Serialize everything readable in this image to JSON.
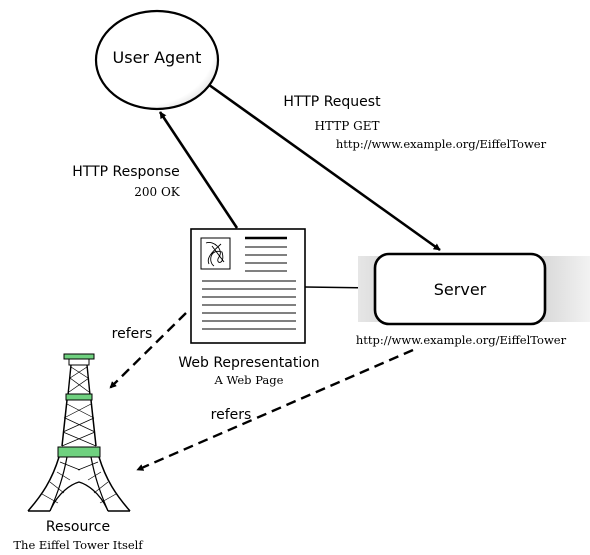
{
  "nodes": {
    "user_agent": {
      "label": "User Agent"
    },
    "server": {
      "label": "Server",
      "url": "http://www.example.org/EiffelTower"
    },
    "web_representation": {
      "label": "Web Representation",
      "sublabel": "A Web Page"
    },
    "resource": {
      "label": "Resource",
      "sublabel": "The Eiffel Tower Itself"
    }
  },
  "edges": {
    "http_request": {
      "label": "HTTP Request",
      "method": "HTTP GET",
      "url": "http://www.example.org/EiffelTower"
    },
    "http_response": {
      "label": "HTTP Response",
      "status": "200 OK"
    },
    "refers_representation": {
      "label": "refers"
    },
    "refers_server": {
      "label": "refers"
    }
  },
  "colors": {
    "stroke": "#000000",
    "tower_band": "#6fd17f",
    "server_shadow": "#c8c8c8"
  }
}
